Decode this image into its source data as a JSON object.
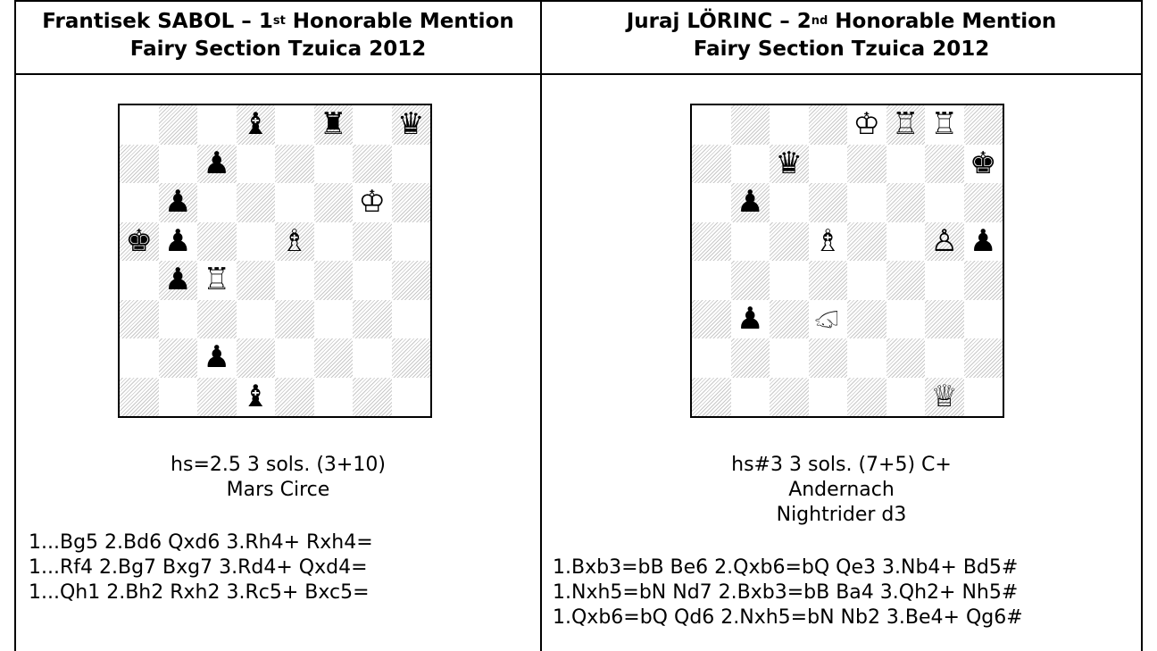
{
  "left": {
    "title_line1_a": "Frantisek SABOL – 1",
    "title_line1_sup": "st",
    "title_line1_b": " Honorable Mention",
    "title_line2": "Fairy Section Tzuica 2012",
    "pieces": [
      {
        "sq": "d8",
        "g": "♝"
      },
      {
        "sq": "f8",
        "g": "♜"
      },
      {
        "sq": "h8",
        "g": "♛"
      },
      {
        "sq": "c7",
        "g": "♟"
      },
      {
        "sq": "b6",
        "g": "♟"
      },
      {
        "sq": "g6",
        "g": "♔"
      },
      {
        "sq": "a5",
        "g": "♚"
      },
      {
        "sq": "b5",
        "g": "♟"
      },
      {
        "sq": "e5",
        "g": "♗"
      },
      {
        "sq": "b4",
        "g": "♟"
      },
      {
        "sq": "c4",
        "g": "♖"
      },
      {
        "sq": "c2",
        "g": "♟"
      },
      {
        "sq": "d1",
        "g": "♝"
      }
    ],
    "stip": "hs=2.5     3 sols.     (3+10)",
    "cond1": "Mars Circe",
    "solutions": [
      "1...Bg5 2.Bd6 Qxd6 3.Rh4+ Rxh4=",
      "1...Rf4 2.Bg7 Bxg7 3.Rd4+ Qxd4=",
      "1...Qh1 2.Bh2 Rxh2 3.Rc5+ Bxc5="
    ]
  },
  "right": {
    "title_line1_a": "Juraj LÖRINC – 2",
    "title_line1_sup": "nd",
    "title_line1_b": " Honorable Mention",
    "title_line2": "Fairy Section Tzuica 2012",
    "pieces": [
      {
        "sq": "e8",
        "g": "♔"
      },
      {
        "sq": "f8",
        "g": "♖"
      },
      {
        "sq": "g8",
        "g": "♖"
      },
      {
        "sq": "c7",
        "g": "♛"
      },
      {
        "sq": "h7",
        "g": "♚"
      },
      {
        "sq": "b6",
        "g": "♟"
      },
      {
        "sq": "d5",
        "g": "♗"
      },
      {
        "sq": "g5",
        "g": "♙"
      },
      {
        "sq": "h5",
        "g": "♟"
      },
      {
        "sq": "b3",
        "g": "♟"
      },
      {
        "sq": "d3",
        "g": "♘",
        "rot": true
      },
      {
        "sq": "g1",
        "g": "♕"
      }
    ],
    "stip": "hs#3     3 sols.     (7+5) C+",
    "cond1": "Andernach",
    "cond2": "Nightrider d3",
    "solutions": [
      "1.Bxb3=bB Be6 2.Qxb6=bQ Qe3 3.Nb4+ Bd5#",
      "1.Nxh5=bN Nd7 2.Bxb3=bB Ba4 3.Qh2+ Nh5#",
      "1.Qxb6=bQ Qd6 2.Nxh5=bN Nb2 3.Be4+ Qg6#"
    ]
  }
}
